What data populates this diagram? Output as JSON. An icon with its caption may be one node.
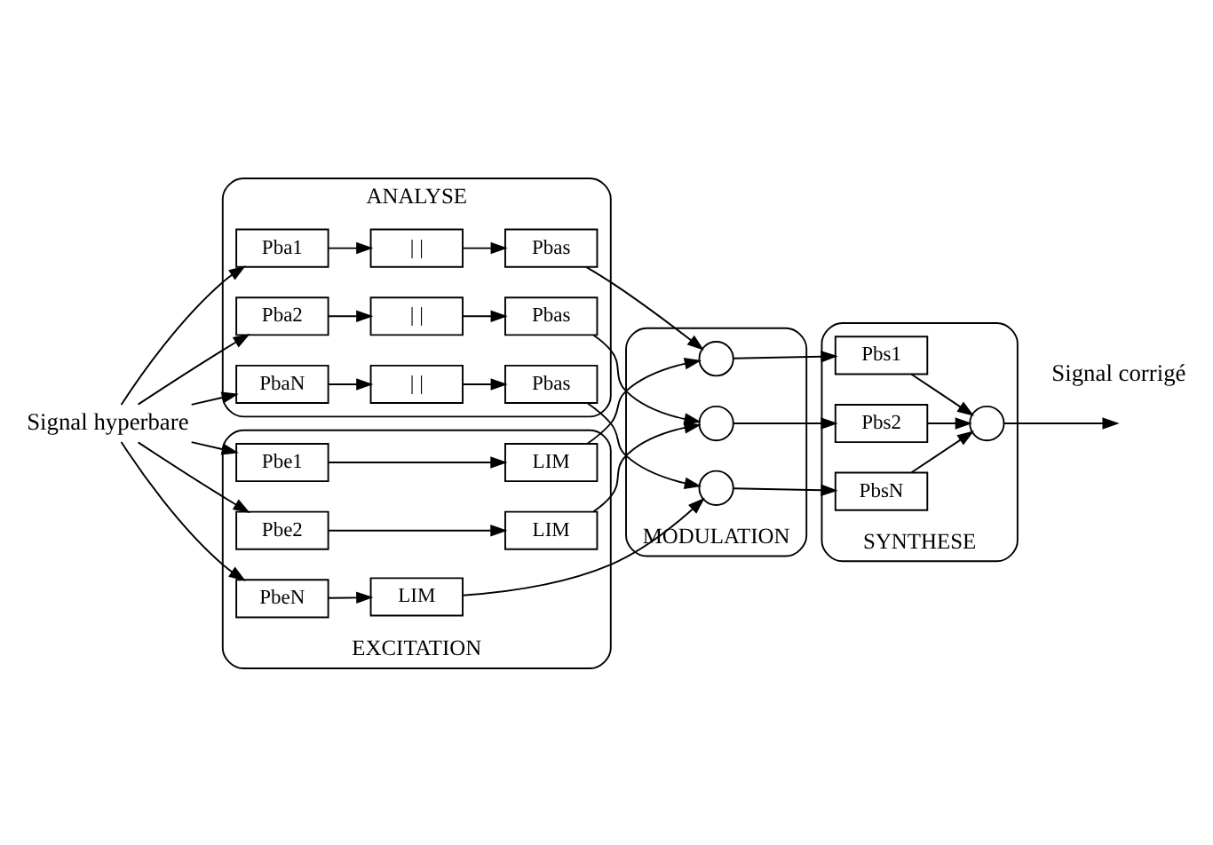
{
  "diagram": {
    "nodes": [
      {
        "text": [
          "Signal hyperbare"
        ]
      },
      {
        "text": [
          "ANALYSE"
        ]
      },
      {
        "text": [
          "Pba1"
        ],
        "in": 1
      },
      {
        "text": [
          "| |"
        ],
        "in": 1
      },
      {
        "text": [
          "Pbas"
        ],
        "in": 1
      },
      {
        "text": [
          "Pba2"
        ],
        "in": 1
      },
      {
        "text": [
          "| |"
        ],
        "in": 1
      },
      {
        "text": [
          "Pbas"
        ],
        "in": 1
      },
      {
        "text": [
          "PbaN"
        ],
        "in": 1
      },
      {
        "text": [
          "| |"
        ],
        "in": 1
      },
      {
        "text": [
          "Pbas"
        ],
        "in": 1
      },
      {
        "text": [
          "EXCITATION"
        ]
      },
      {
        "text": [
          "Pbe1"
        ],
        "in": 11
      },
      {
        "text": [
          "LIM"
        ],
        "in": 11
      },
      {
        "text": [
          "Pbe2"
        ],
        "in": 11
      },
      {
        "text": [
          "LIM"
        ],
        "in": 11
      },
      {
        "text": [
          "PbeN"
        ],
        "in": 11
      },
      {
        "text": [
          "LIM"
        ],
        "in": 11
      },
      {
        "text": [
          "MODULATION"
        ]
      },
      {
        "text": [],
        "shape": "circle",
        "in": 18
      },
      {
        "text": [],
        "shape": "circle",
        "in": 18
      },
      {
        "text": [],
        "shape": "circle",
        "in": 18
      },
      {
        "text": [
          "SYNTHESE"
        ]
      },
      {
        "text": [
          "Pbs1"
        ],
        "in": 22
      },
      {
        "text": [
          "Pbs2"
        ],
        "in": 22
      },
      {
        "text": [
          "PbsN"
        ],
        "in": 22
      },
      {
        "text": [],
        "shape": "circle",
        "in": 22
      }
    ],
    "edges": [
      {
        "from": 0,
        "to": 2,
        "arrow": "to"
      },
      {
        "from": 0,
        "to": 5,
        "arrow": "to"
      },
      {
        "from": 0,
        "to": 8,
        "arrow": "to"
      },
      {
        "from": 0,
        "to": 12,
        "arrow": "to"
      },
      {
        "from": 0,
        "to": 14,
        "arrow": "to"
      },
      {
        "from": 0,
        "to": 16,
        "arrow": "to"
      },
      {
        "from": 2,
        "to": 3,
        "arrow": "to"
      },
      {
        "from": 3,
        "to": 4,
        "arrow": "to"
      },
      {
        "from": 5,
        "to": 6,
        "arrow": "to"
      },
      {
        "from": 6,
        "to": 7,
        "arrow": "to"
      },
      {
        "from": 8,
        "to": 9,
        "arrow": "to"
      },
      {
        "from": 9,
        "to": 10,
        "arrow": "to"
      },
      {
        "from": 12,
        "to": 13,
        "arrow": "to"
      },
      {
        "from": 14,
        "to": 15,
        "arrow": "to"
      },
      {
        "from": 16,
        "to": 17,
        "arrow": "to"
      },
      {
        "from": 4,
        "to": 19,
        "arrow": "to"
      },
      {
        "from": 7,
        "to": 20,
        "arrow": "to"
      },
      {
        "from": 10,
        "to": 21,
        "arrow": "to"
      },
      {
        "from": 13,
        "to": 19,
        "arrow": "to"
      },
      {
        "from": 15,
        "to": 20,
        "arrow": "to"
      },
      {
        "from": 17,
        "to": 21,
        "arrow": "to"
      },
      {
        "from": 19,
        "to": 23,
        "arrow": "to"
      },
      {
        "from": 20,
        "to": 24,
        "arrow": "to"
      },
      {
        "from": 21,
        "to": 25,
        "arrow": "to"
      },
      {
        "from": 23,
        "to": 26,
        "arrow": "to"
      },
      {
        "from": 24,
        "to": 26,
        "arrow": "to"
      },
      {
        "from": 25,
        "to": 26,
        "arrow": "to"
      },
      {
        "from": 26,
        "to": null,
        "arrow": "to"
      }
    ],
    "labels": [
      "Signal corrigé"
    ]
  }
}
